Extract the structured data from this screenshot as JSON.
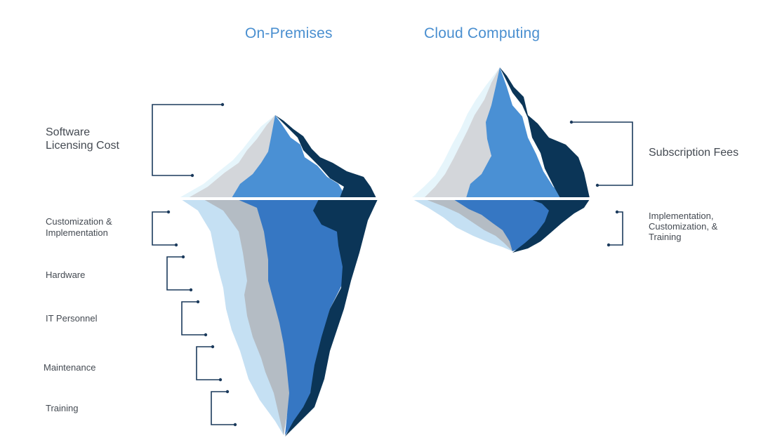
{
  "colors": {
    "title": "#4a8fd0",
    "bracket": "#1b3a5c",
    "ice_light": "#4a90d4",
    "ice_mid": "#3677c3",
    "ice_dark": "#0b3557",
    "ice_gray": "#d3d6da",
    "ice_gray_under": "#b4bcc4",
    "ice_pale": "#e6f5fb",
    "ice_pale_under": "#c5e0f3",
    "water_line": "#ffffff"
  },
  "on_premises": {
    "title": "On-Premises",
    "above_water": {
      "label_line1": "Software",
      "label_line2": "Licensing Cost"
    },
    "below_water": [
      {
        "label_line1": "Customization &",
        "label_line2": "Implementation"
      },
      {
        "label_line1": "Hardware"
      },
      {
        "label_line1": "IT Personnel"
      },
      {
        "label_line1": "Maintenance"
      },
      {
        "label_line1": "Training"
      }
    ]
  },
  "cloud_computing": {
    "title": "Cloud Computing",
    "above_water": {
      "label_line1": "Subscription Fees"
    },
    "below_water": {
      "label_line1": "Implementation,",
      "label_line2": "Customization, &",
      "label_line3": "Training"
    }
  }
}
